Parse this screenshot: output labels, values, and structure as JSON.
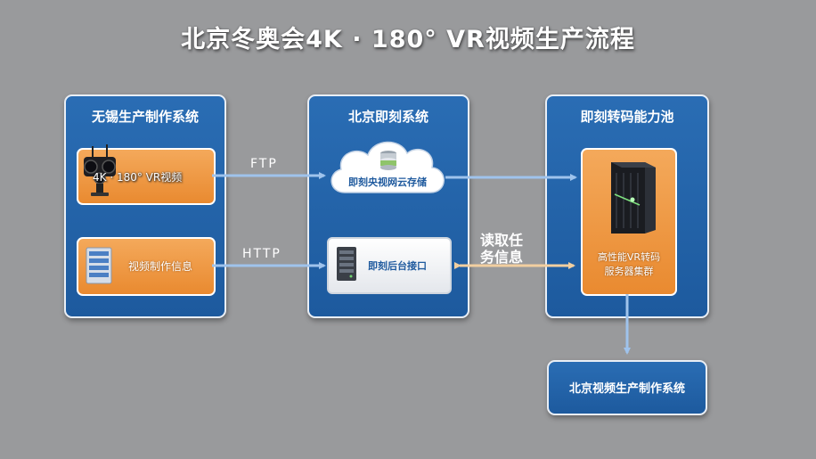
{
  "title": "北京冬奥会4K · 180° VR视频生产流程",
  "panels": {
    "wuxi": {
      "title": "无锡生产制作系统",
      "items": [
        {
          "label": "4K · 180° VR视频",
          "icon": "vr-camera-icon"
        },
        {
          "label": "视频制作信息",
          "icon": "server-icon"
        }
      ]
    },
    "beijing": {
      "title": "北京即刻系统",
      "items": [
        {
          "label": "即刻央视网云存储",
          "icon": "cloud-storage-icon"
        },
        {
          "label": "即刻后台接口",
          "icon": "server-icon"
        }
      ]
    },
    "pool": {
      "title": "即刻转码能力池",
      "cluster_label_line1": "高性能VR转码",
      "cluster_label_line2": "服务器集群",
      "icon": "server-rack-icon"
    },
    "output": {
      "title": "北京视频生产制作系统"
    }
  },
  "connectors": {
    "ftp": "FTP",
    "http": "HTTP",
    "task_line1": "读取任",
    "task_line2": "务信息"
  },
  "colors": {
    "background": "#999a9c",
    "panel_blue": "#2368b0",
    "orange": "#ee9640",
    "arrow": "#9fc3ec",
    "task_arrow": "#f2cfa0"
  }
}
